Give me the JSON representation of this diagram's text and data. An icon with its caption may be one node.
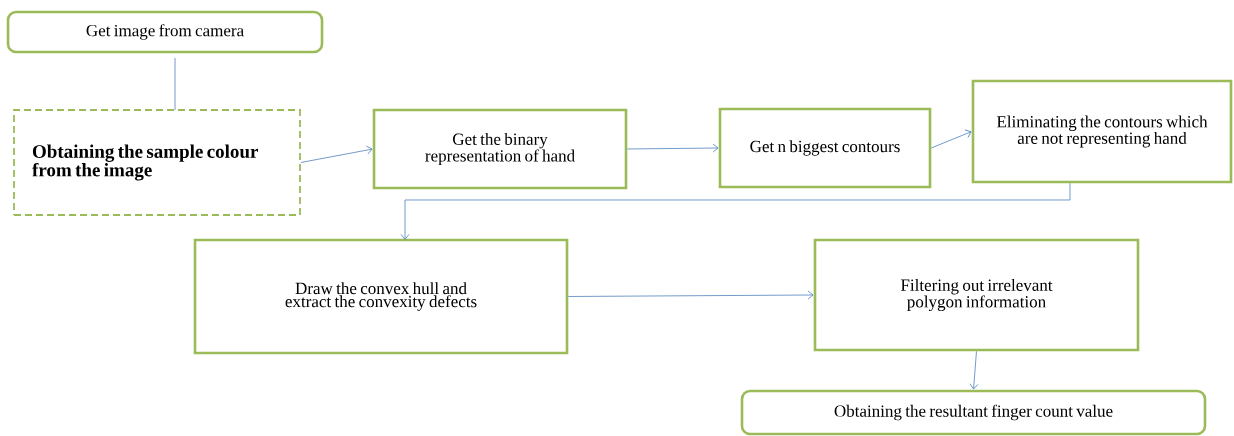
{
  "diagram": {
    "nodes": [
      {
        "text": [
          "Get image from camera"
        ]
      },
      {
        "text": [
          "Obtaining the sample colour from the image"
        ]
      },
      {
        "text": [
          "Get the binary representation of hand"
        ]
      },
      {
        "text": [
          "Get n biggest contours"
        ]
      },
      {
        "text": [
          "Eliminating the contours which are not representing hand"
        ]
      },
      {
        "text": [
          "Draw the convex hull and extract the convexity defects"
        ]
      },
      {
        "text": [
          "Filtering out irrelevant polygon information"
        ]
      },
      {
        "text": [
          "Obtaining the resultant finger count value"
        ]
      }
    ],
    "edges": [
      {
        "from": 0,
        "to": 1,
        "arrow": "none"
      },
      {
        "from": 1,
        "to": 2,
        "arrow": "to"
      },
      {
        "from": 2,
        "to": 3,
        "arrow": "to"
      },
      {
        "from": 3,
        "to": 4,
        "arrow": "to"
      },
      {
        "from": 4,
        "to": 5,
        "arrow": "to"
      },
      {
        "from": 5,
        "to": 6,
        "arrow": "to"
      },
      {
        "from": 6,
        "to": 7,
        "arrow": "to"
      }
    ]
  }
}
